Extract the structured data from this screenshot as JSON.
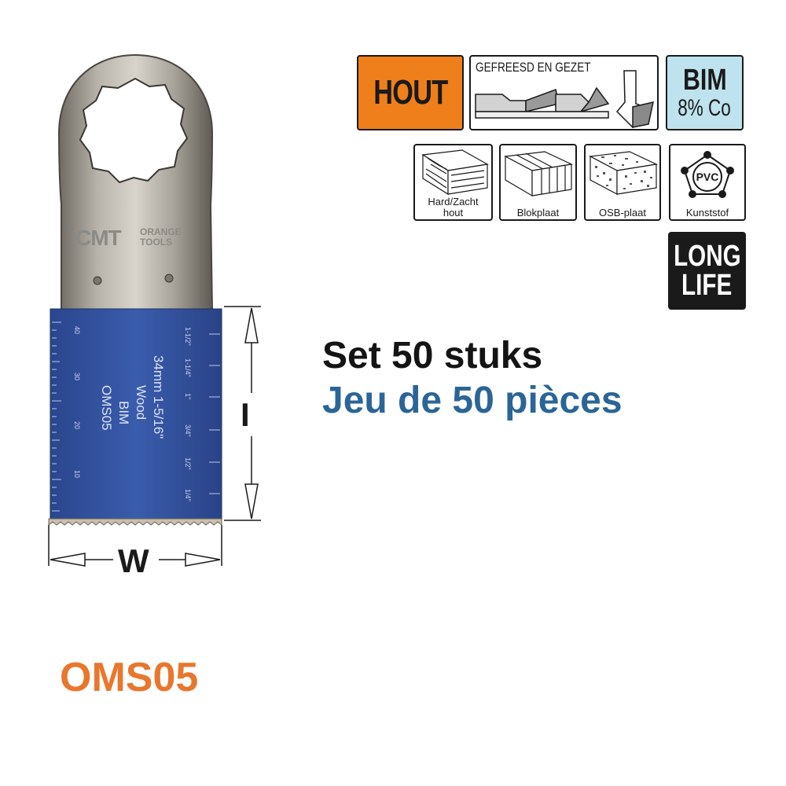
{
  "badges": {
    "material": "HOUT",
    "tooth": "GEFREESD EN GEZET",
    "alloy_line1": "BIM",
    "alloy_line2": "8% Co",
    "life_line1": "LONG",
    "life_line2": "LIFE"
  },
  "materials": [
    {
      "label_line1": "Hard/Zacht",
      "label_line2": "hout",
      "icon": "wood-grain-icon"
    },
    {
      "label_line1": "Blokplaat",
      "label_line2": "",
      "icon": "blockboard-icon"
    },
    {
      "label_line1": "OSB-plaat",
      "label_line2": "",
      "icon": "osb-board-icon"
    },
    {
      "label_line1": "Kunststof",
      "label_line2": "",
      "icon": "pvc-molecule-icon",
      "symbol": "PVC"
    }
  ],
  "set_nl": "Set 50 stuks",
  "set_fr": "Jeu de 50 pièces",
  "product_code": "OMS05",
  "blade": {
    "brand": "CMT",
    "brand_sub1": "ORANGE",
    "brand_sub2": "TOOLS",
    "engraving_code": "OMS05",
    "engraving_alloy": "BIM",
    "engraving_material": "Wood",
    "engraving_size": "34mm  1-5/16\"",
    "metric_ticks": [
      "40",
      "30",
      "20",
      "10"
    ],
    "inch_ticks": [
      "1-1/2\"",
      "1-1/4\"",
      "1\"",
      "3/4\"",
      "1/2\"",
      "1/4\""
    ]
  },
  "dimensions": {
    "height_label": "I",
    "width_label": "W"
  },
  "colors": {
    "orange": "#ef7f1a",
    "bim_blue": "#bfe3ee",
    "blade_blue": "#2f4f9c",
    "french_text": "#2b6597",
    "code_orange": "#e8772e"
  }
}
